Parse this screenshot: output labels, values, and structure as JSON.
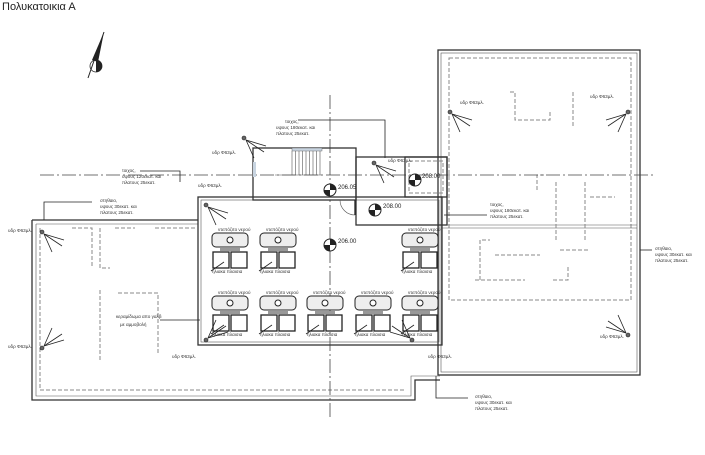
{
  "title": "Πολυκατοικια Α",
  "levels": [
    "206.05",
    "208.00",
    "208.00",
    "206.00"
  ],
  "drain_label": "υδρ Φ63μλ.",
  "notes": {
    "wall_180_top": [
      "τοιχος,",
      "υψους 180εκατ. και",
      "πλατους 25εκατ."
    ],
    "wall_120": [
      "τοιχος,",
      "υψους 120εκατ. και",
      "πλατους 25εκατ."
    ],
    "parapet_left": [
      "στηθαιο,",
      "υψους 30εκατ. και",
      "πλατους 25εκατ."
    ],
    "roof_tiles": [
      "κεραμίδωμα απο γαλβ",
      "με αμμοβολή"
    ],
    "wall_180_right": [
      "τοιχος,",
      "υψους 180εκατ. και",
      "πλατους 25εκατ."
    ],
    "parapet_right": [
      "στηθαιο,",
      "υψους 30εκατ. και",
      "πλατους 25εκατ."
    ],
    "parapet_bottom": [
      "στηθαιο,",
      "υψους 30εκατ. και",
      "πλατους 25εκατ."
    ]
  },
  "unit_labels": {
    "tank": "ντεπόζιτο νερού",
    "panels": "ηλιακα πλαισια"
  }
}
